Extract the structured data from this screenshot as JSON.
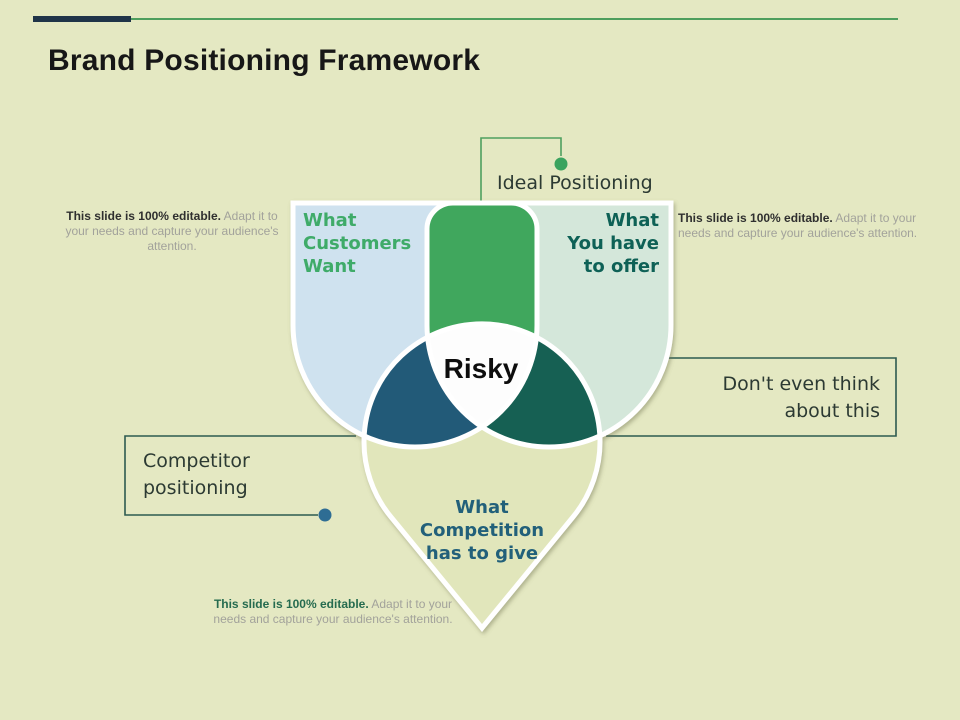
{
  "slide": {
    "title": "Brand Positioning Framework",
    "background": "#e4e8c2",
    "accent_bar_navy": "#1f3448",
    "accent_bar_green": "#4d9e5d"
  },
  "venn": {
    "center_label": "Risky",
    "outline": "#ffffff",
    "petal_customers": {
      "lines": [
        "What",
        "Customers",
        "Want"
      ],
      "fill": "#cfe2ef",
      "text_color": "#3fab69"
    },
    "petal_offer": {
      "lines": [
        "What",
        "You have",
        "to offer"
      ],
      "fill": "#d4e7da",
      "text_color": "#0e6156"
    },
    "petal_competition": {
      "lines": [
        "What",
        "Competition",
        "has to give"
      ],
      "fill": "#e1e6bb",
      "text_color": "#22607a"
    },
    "overlap_top": "#3fa75d",
    "overlap_left": "#245a78",
    "overlap_right": "#176052",
    "overlap_center": "#fdfdfd"
  },
  "callouts": {
    "ideal": {
      "label": "Ideal Positioning",
      "text_color": "#243831",
      "line_color": "#4fa05f",
      "dot_color": "#3aa35e"
    },
    "dont": {
      "line1": "Don't even think",
      "line2": "about this",
      "text_color": "#2c3a33",
      "line_color": "#2d5a50",
      "dot_color": "#17564b"
    },
    "competitor": {
      "line1": "Competitor",
      "line2": "positioning",
      "text_color": "#2c3a33",
      "line_color": "#2d5a50",
      "dot_color": "#2e6d94"
    }
  },
  "notes": {
    "left": {
      "bold": "This slide is 100% editable.",
      "rest": "Adapt it to your needs and capture your audience's attention."
    },
    "right": {
      "bold": "This slide is 100% editable.",
      "rest": "Adapt it to your needs and capture your audience's attention."
    },
    "bottom": {
      "bold": "This slide is 100% editable.",
      "rest": "Adapt it to your needs and capture your audience's attention."
    }
  }
}
